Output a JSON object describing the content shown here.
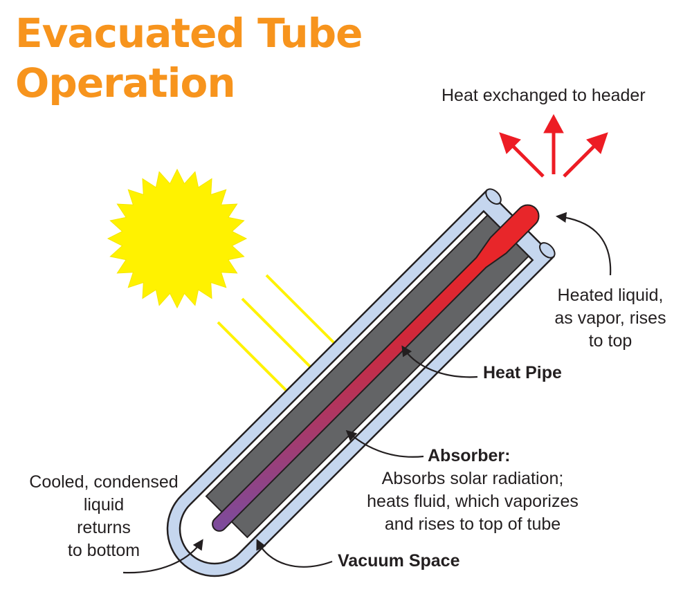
{
  "title": {
    "line1": "Evacuated Tube",
    "line2": "Operation",
    "color": "#f7941d"
  },
  "labels": {
    "heat_exchanged": "Heat exchanged to header",
    "heated_liquid_1": "Heated liquid,",
    "heated_liquid_2": "as vapor, rises",
    "heated_liquid_3": "to top",
    "heat_pipe": "Heat Pipe",
    "absorber": "Absorber:",
    "absorber_desc_1": "Absorbs solar radiation;",
    "absorber_desc_2": "heats fluid, which vaporizes",
    "absorber_desc_3": "and rises to top of tube",
    "cooled_1": "Cooled, condensed",
    "cooled_2": "liquid",
    "cooled_3": "returns",
    "cooled_4": "to bottom",
    "vacuum": "Vacuum Space"
  },
  "colors": {
    "glass": "#c5d6ee",
    "absorber": "#636466",
    "sun": "#fff200",
    "heat_arrow": "#ed1c24",
    "pipe_hot": "#e8262a",
    "pipe_cold": "#1c6fd8"
  }
}
